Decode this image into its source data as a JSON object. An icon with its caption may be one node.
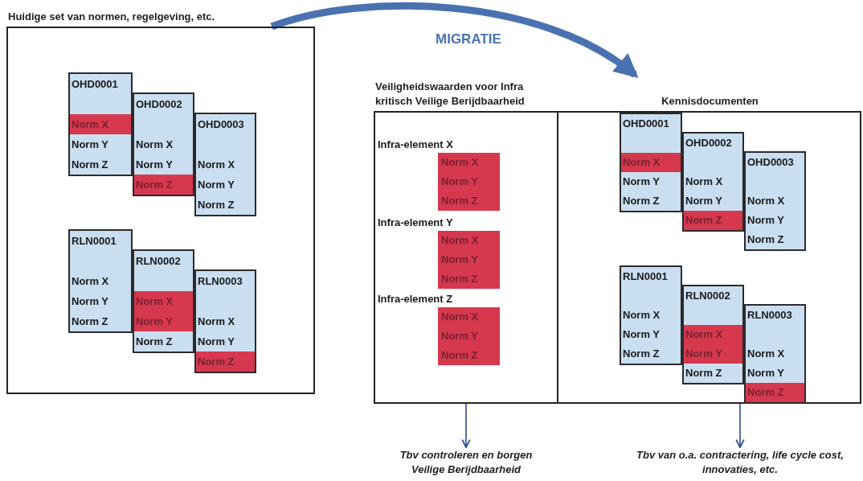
{
  "diagram": {
    "nodes": [
      {
        "text": [
          "Huidige set van normen, regelgeving, etc."
        ]
      },
      {
        "text": [
          "OHD0001"
        ],
        "in": 0
      },
      {
        "text": [
          "Norm X"
        ],
        "in": 1
      },
      {
        "text": [
          "Norm Y"
        ],
        "in": 1
      },
      {
        "text": [
          "Norm Z"
        ],
        "in": 1
      },
      {
        "text": [
          "OHD0002"
        ],
        "in": 0
      },
      {
        "text": [
          "Norm X"
        ],
        "in": 5
      },
      {
        "text": [
          "Norm Y"
        ],
        "in": 5
      },
      {
        "text": [
          "Norm Z"
        ],
        "in": 5
      },
      {
        "text": [
          "OHD0003"
        ],
        "in": 0
      },
      {
        "text": [
          "Norm X"
        ],
        "in": 9
      },
      {
        "text": [
          "Norm Y"
        ],
        "in": 9
      },
      {
        "text": [
          "Norm Z"
        ],
        "in": 9
      },
      {
        "text": [
          "RLN0001"
        ],
        "in": 0
      },
      {
        "text": [
          "Norm X"
        ],
        "in": 13
      },
      {
        "text": [
          "Norm Y"
        ],
        "in": 13
      },
      {
        "text": [
          "Norm Z"
        ],
        "in": 13
      },
      {
        "text": [
          "RLN0002"
        ],
        "in": 0
      },
      {
        "text": [
          "Norm X"
        ],
        "in": 17
      },
      {
        "text": [
          "Norm Y"
        ],
        "in": 17
      },
      {
        "text": [
          "Norm Z"
        ],
        "in": 17
      },
      {
        "text": [
          "RLN0003"
        ],
        "in": 0
      },
      {
        "text": [
          "Norm X"
        ],
        "in": 21
      },
      {
        "text": [
          "Norm Y"
        ],
        "in": 21
      },
      {
        "text": [
          "Norm Z"
        ],
        "in": 21
      },
      {
        "text": [
          "Veiligheidswaarden voor Infra kritisch Veilige Berijdbaarheid"
        ]
      },
      {
        "text": [
          "Infra-element X",
          "Norm X",
          "Norm Y",
          "Norm Z"
        ],
        "in": 25
      },
      {
        "text": [
          "Infra-element Y",
          "Norm X",
          "Norm Y",
          "Norm Z"
        ],
        "in": 25
      },
      {
        "text": [
          "Infra-element Z",
          "Norm X",
          "Norm Y",
          "Norm Z"
        ],
        "in": 25
      },
      {
        "text": [
          "Kennisdocumenten"
        ]
      },
      {
        "text": [
          "OHD0001"
        ],
        "in": 29
      },
      {
        "text": [
          "Norm X"
        ],
        "in": 30
      },
      {
        "text": [
          "Norm Y"
        ],
        "in": 30
      },
      {
        "text": [
          "Norm Z"
        ],
        "in": 30
      },
      {
        "text": [
          "OHD0002"
        ],
        "in": 29
      },
      {
        "text": [
          "Norm X"
        ],
        "in": 34
      },
      {
        "text": [
          "Norm Y"
        ],
        "in": 34
      },
      {
        "text": [
          "Norm Z"
        ],
        "in": 34
      },
      {
        "text": [
          "OHD0003"
        ],
        "in": 29
      },
      {
        "text": [
          "Norm X"
        ],
        "in": 38
      },
      {
        "text": [
          "Norm Y"
        ],
        "in": 38
      },
      {
        "text": [
          "Norm Z"
        ],
        "in": 38
      },
      {
        "text": [
          "RLN0001"
        ],
        "in": 29
      },
      {
        "text": [
          "Norm X"
        ],
        "in": 42
      },
      {
        "text": [
          "Norm Y"
        ],
        "in": 42
      },
      {
        "text": [
          "Norm Z"
        ],
        "in": 42
      },
      {
        "text": [
          "RLN0002"
        ],
        "in": 29
      },
      {
        "text": [
          "Norm X"
        ],
        "in": 46
      },
      {
        "text": [
          "Norm Y"
        ],
        "in": 46
      },
      {
        "text": [
          "Norm Z"
        ],
        "in": 46
      },
      {
        "text": [
          "RLN0003"
        ],
        "in": 29
      },
      {
        "text": [
          "Norm X"
        ],
        "in": 50
      },
      {
        "text": [
          "Norm Y"
        ],
        "in": 50
      },
      {
        "text": [
          "Norm Z"
        ],
        "in": 50
      },
      {
        "text": [
          "Tbv controleren en borgen Veilige Berijdbaarheid"
        ]
      },
      {
        "text": [
          "Tbv van o.a. contractering, life cycle cost, innovaties, etc."
        ]
      }
    ],
    "edges": [
      {
        "from": 0,
        "to": 29,
        "arrow": "to",
        "label": "MIGRATIE",
        "style": "thick",
        "color": "#4a72b0"
      },
      {
        "from": 25,
        "to": 54,
        "arrow": "to",
        "color": "#2f4a8a"
      },
      {
        "from": 29,
        "to": 55,
        "arrow": "to",
        "color": "#2f4a8a"
      }
    ]
  }
}
